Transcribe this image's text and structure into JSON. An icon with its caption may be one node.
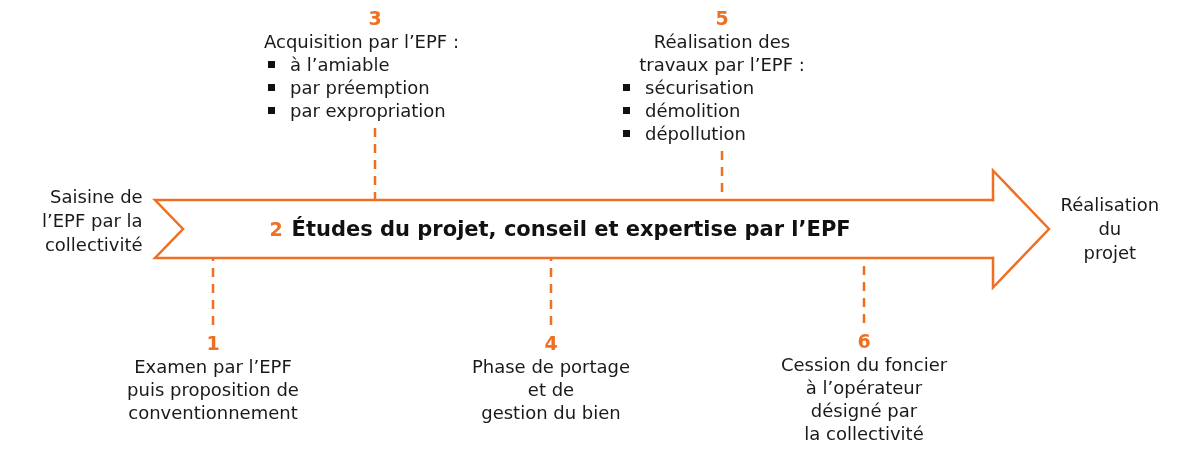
{
  "diagram": {
    "nodes": [
      {
        "text": [
          "1",
          "Examen par l’EPF puis proposition de conventionnement"
        ]
      },
      {
        "text": [
          "2",
          "Études du projet, conseil et expertise par l’EPF"
        ],
        "beside": [
          "Saisine de l’EPF par la collectivité",
          "Réalisation du projet"
        ]
      },
      {
        "text": [
          "3",
          "Acquisition par l’EPF :",
          "à l’amiable",
          "par préemption",
          "par expropriation"
        ]
      },
      {
        "text": [
          "4",
          "Phase de portage et de gestion du bien"
        ]
      },
      {
        "text": [
          "5",
          "Réalisation des travaux par l’EPF :",
          "sécurisation",
          "démolition",
          "dépollution"
        ]
      },
      {
        "text": [
          "6",
          "Cession du foncier à l’opérateur désigné par la collectivité"
        ]
      }
    ],
    "edges": [
      {
        "from": 0,
        "to": 1,
        "arrow": "none",
        "style": "dashed"
      },
      {
        "from": 2,
        "to": 1,
        "arrow": "none",
        "style": "dashed"
      },
      {
        "from": 3,
        "to": 1,
        "arrow": "none",
        "style": "dashed"
      },
      {
        "from": 4,
        "to": 1,
        "arrow": "none",
        "style": "dashed"
      },
      {
        "from": 5,
        "to": 1,
        "arrow": "none",
        "style": "dashed"
      }
    ]
  }
}
